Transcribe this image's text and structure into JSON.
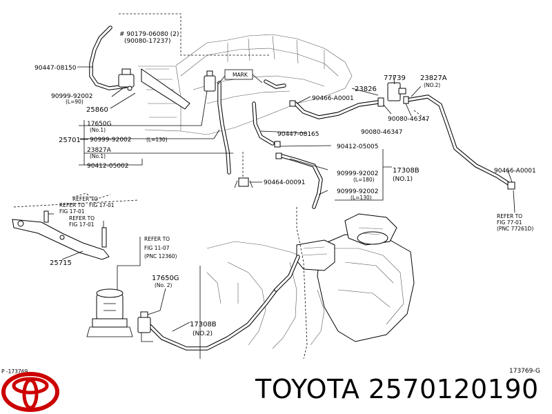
{
  "labels": {
    "p_90179_06080": "# 90179-06080 (2)",
    "p_90080_17237": "(90080-17237)",
    "p_90447_08150": "90447-08150",
    "p_90999_92002_a": "90999-92002",
    "p_l90": "(L=90)",
    "p_25860": "25860",
    "p_17650g_1": "17650G",
    "p_no1_a": "(No.1)",
    "p_25701": "25701",
    "p_90999_92002_b": "90999-92002",
    "p_l130_a": "(L=130)",
    "p_23827a_1": "23827A",
    "p_no1_b": "(No.1)",
    "p_90412_05002": "90412-05002",
    "mark": "MARK",
    "p_77739": "77739",
    "p_23827a_2": "23827A",
    "p_no2_a": "(NO.2)",
    "p_23826": "23826",
    "p_90466_a0001_a": "90466-A0001",
    "p_90080_46347_a": "90080-46347",
    "p_90080_46347_b": "90080-46347",
    "p_90447_08165": "90447-08165",
    "p_90412_05005": "90412-05005",
    "p_90999_92002_c": "90999-92002",
    "p_l180": "(L=180)",
    "p_17308b_1": "17308B",
    "p_no1_c": "(NO.1)",
    "p_90999_92002_d": "90999-92002",
    "p_l130_b": "(L=130)",
    "p_90464_00091": "90464-00091",
    "p_90466_a0001_b": "90466-A0001",
    "refer_a": "REFER TO",
    "fig_a": "FIG 17-01",
    "refer_b": "REFER TO",
    "fig_b": "FIG 17-01",
    "refer_c": "REFER TO",
    "fig_c": "FIG 17-01",
    "p_25715": "25715",
    "refer_d": "REFER TO",
    "fig_d": "FIG 77-01",
    "pnc_d": "(PNC 77261D)",
    "refer_e": "REFER TO",
    "fig_e": "FIG 11-07",
    "pnc_e": "(PNC 12360)",
    "p_17650g_2": "17650G",
    "p_no2_b": "(No. 2)",
    "p_17308b_2": "17308B",
    "p_no2_c": "(NO.2)",
    "footer_left": "P -173769",
    "footer_right": "173769-G"
  },
  "brand": {
    "name": "TOYOTA 2570120190",
    "logo": "toyota-logo-icon",
    "logo_color": "#cc0000"
  }
}
